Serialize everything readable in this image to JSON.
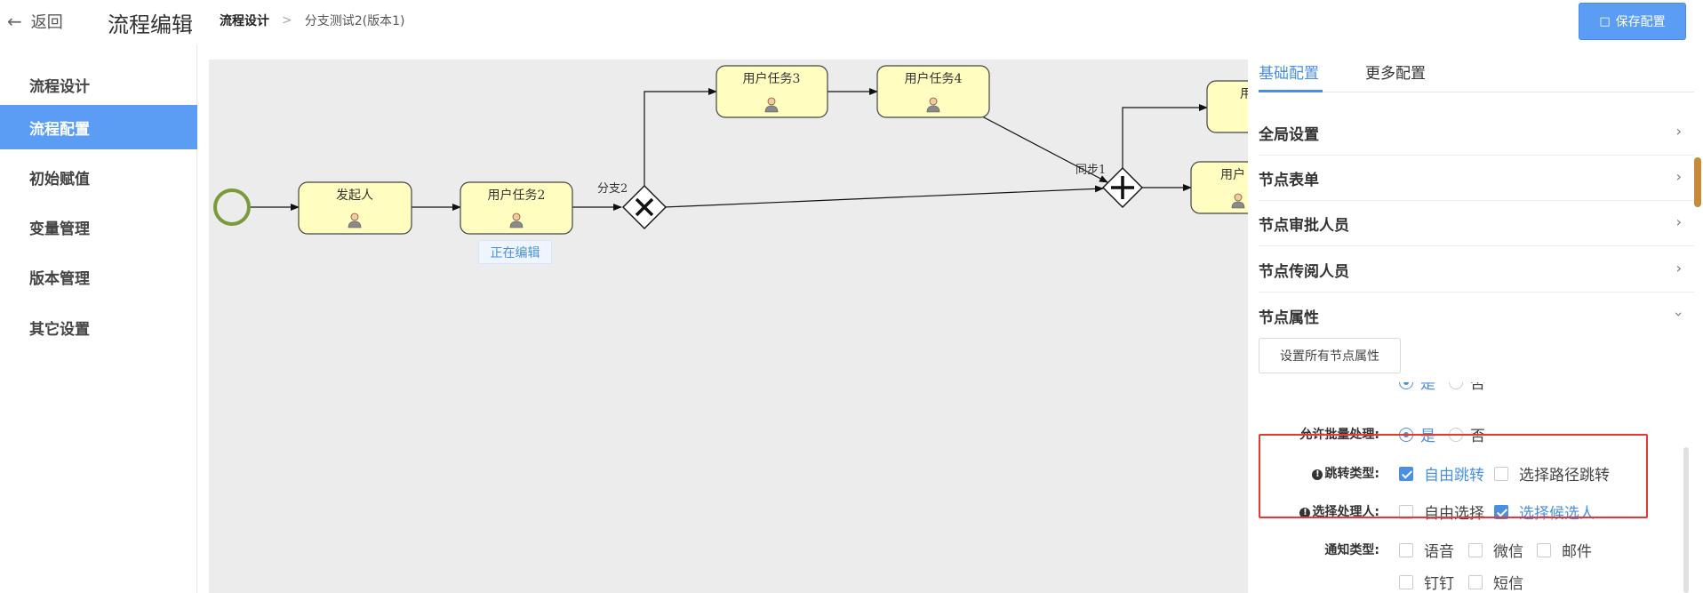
{
  "header": {
    "back_label": "返回",
    "title": "流程编辑",
    "breadcrumb": [
      "流程设计",
      "分支测试2(版本1)"
    ],
    "save_label": "保存配置"
  },
  "sidebar": {
    "items": [
      {
        "label": "流程设计",
        "active": false
      },
      {
        "label": "流程配置",
        "active": true
      },
      {
        "label": "初始赋值",
        "active": false
      },
      {
        "label": "变量管理",
        "active": false
      },
      {
        "label": "版本管理",
        "active": false
      },
      {
        "label": "其它设置",
        "active": false
      }
    ]
  },
  "diagram": {
    "nodes": {
      "initiator": "发起人",
      "task2": "用户任务2",
      "task3": "用户任务3",
      "task4": "用户任务4",
      "branch_gateway": "分支2",
      "sync_gateway": "同步1",
      "partial_top": "用",
      "partial_mid": "用户"
    },
    "editing_tag": "正在编辑"
  },
  "panel": {
    "tabs": [
      "基础配置",
      "更多配置"
    ],
    "sections": [
      "全局设置",
      "节点表单",
      "节点审批人员",
      "节点传阅人员",
      "节点属性"
    ],
    "all_attr_button": "设置所有节点属性",
    "props": {
      "partial_row": {
        "yes": "是",
        "no": "否"
      },
      "batch": {
        "label": "允许批量处理:",
        "yes": "是",
        "no": "否",
        "selected": "是"
      },
      "jump": {
        "label": "跳转类型:",
        "free": "自由跳转",
        "path": "选择路径跳转",
        "free_checked": true,
        "path_checked": false
      },
      "handler": {
        "label": "选择处理人:",
        "free": "自由选择",
        "candidate": "选择候选人",
        "free_checked": false,
        "candidate_checked": true
      },
      "notify": {
        "label": "通知类型:",
        "voice": "语音",
        "wechat": "微信",
        "mail": "邮件",
        "dingtalk": "钉钉",
        "sms": "短信"
      }
    }
  },
  "colors": {
    "accent": "#4a90e2",
    "primary_btn": "#5b9df5",
    "task_fill": "#fffdc0",
    "start_ring": "#7a9a3c",
    "highlight": "#e53935"
  }
}
